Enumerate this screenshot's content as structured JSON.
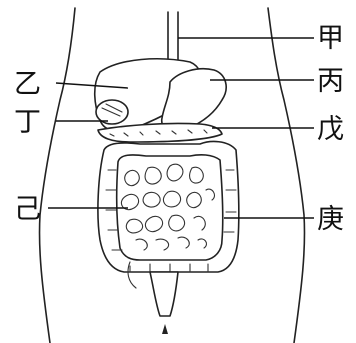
{
  "labels": {
    "jia": "甲",
    "bing": "丙",
    "yi": "乙",
    "ding": "丁",
    "wu": "戊",
    "ji": "己",
    "geng": "庚"
  }
}
